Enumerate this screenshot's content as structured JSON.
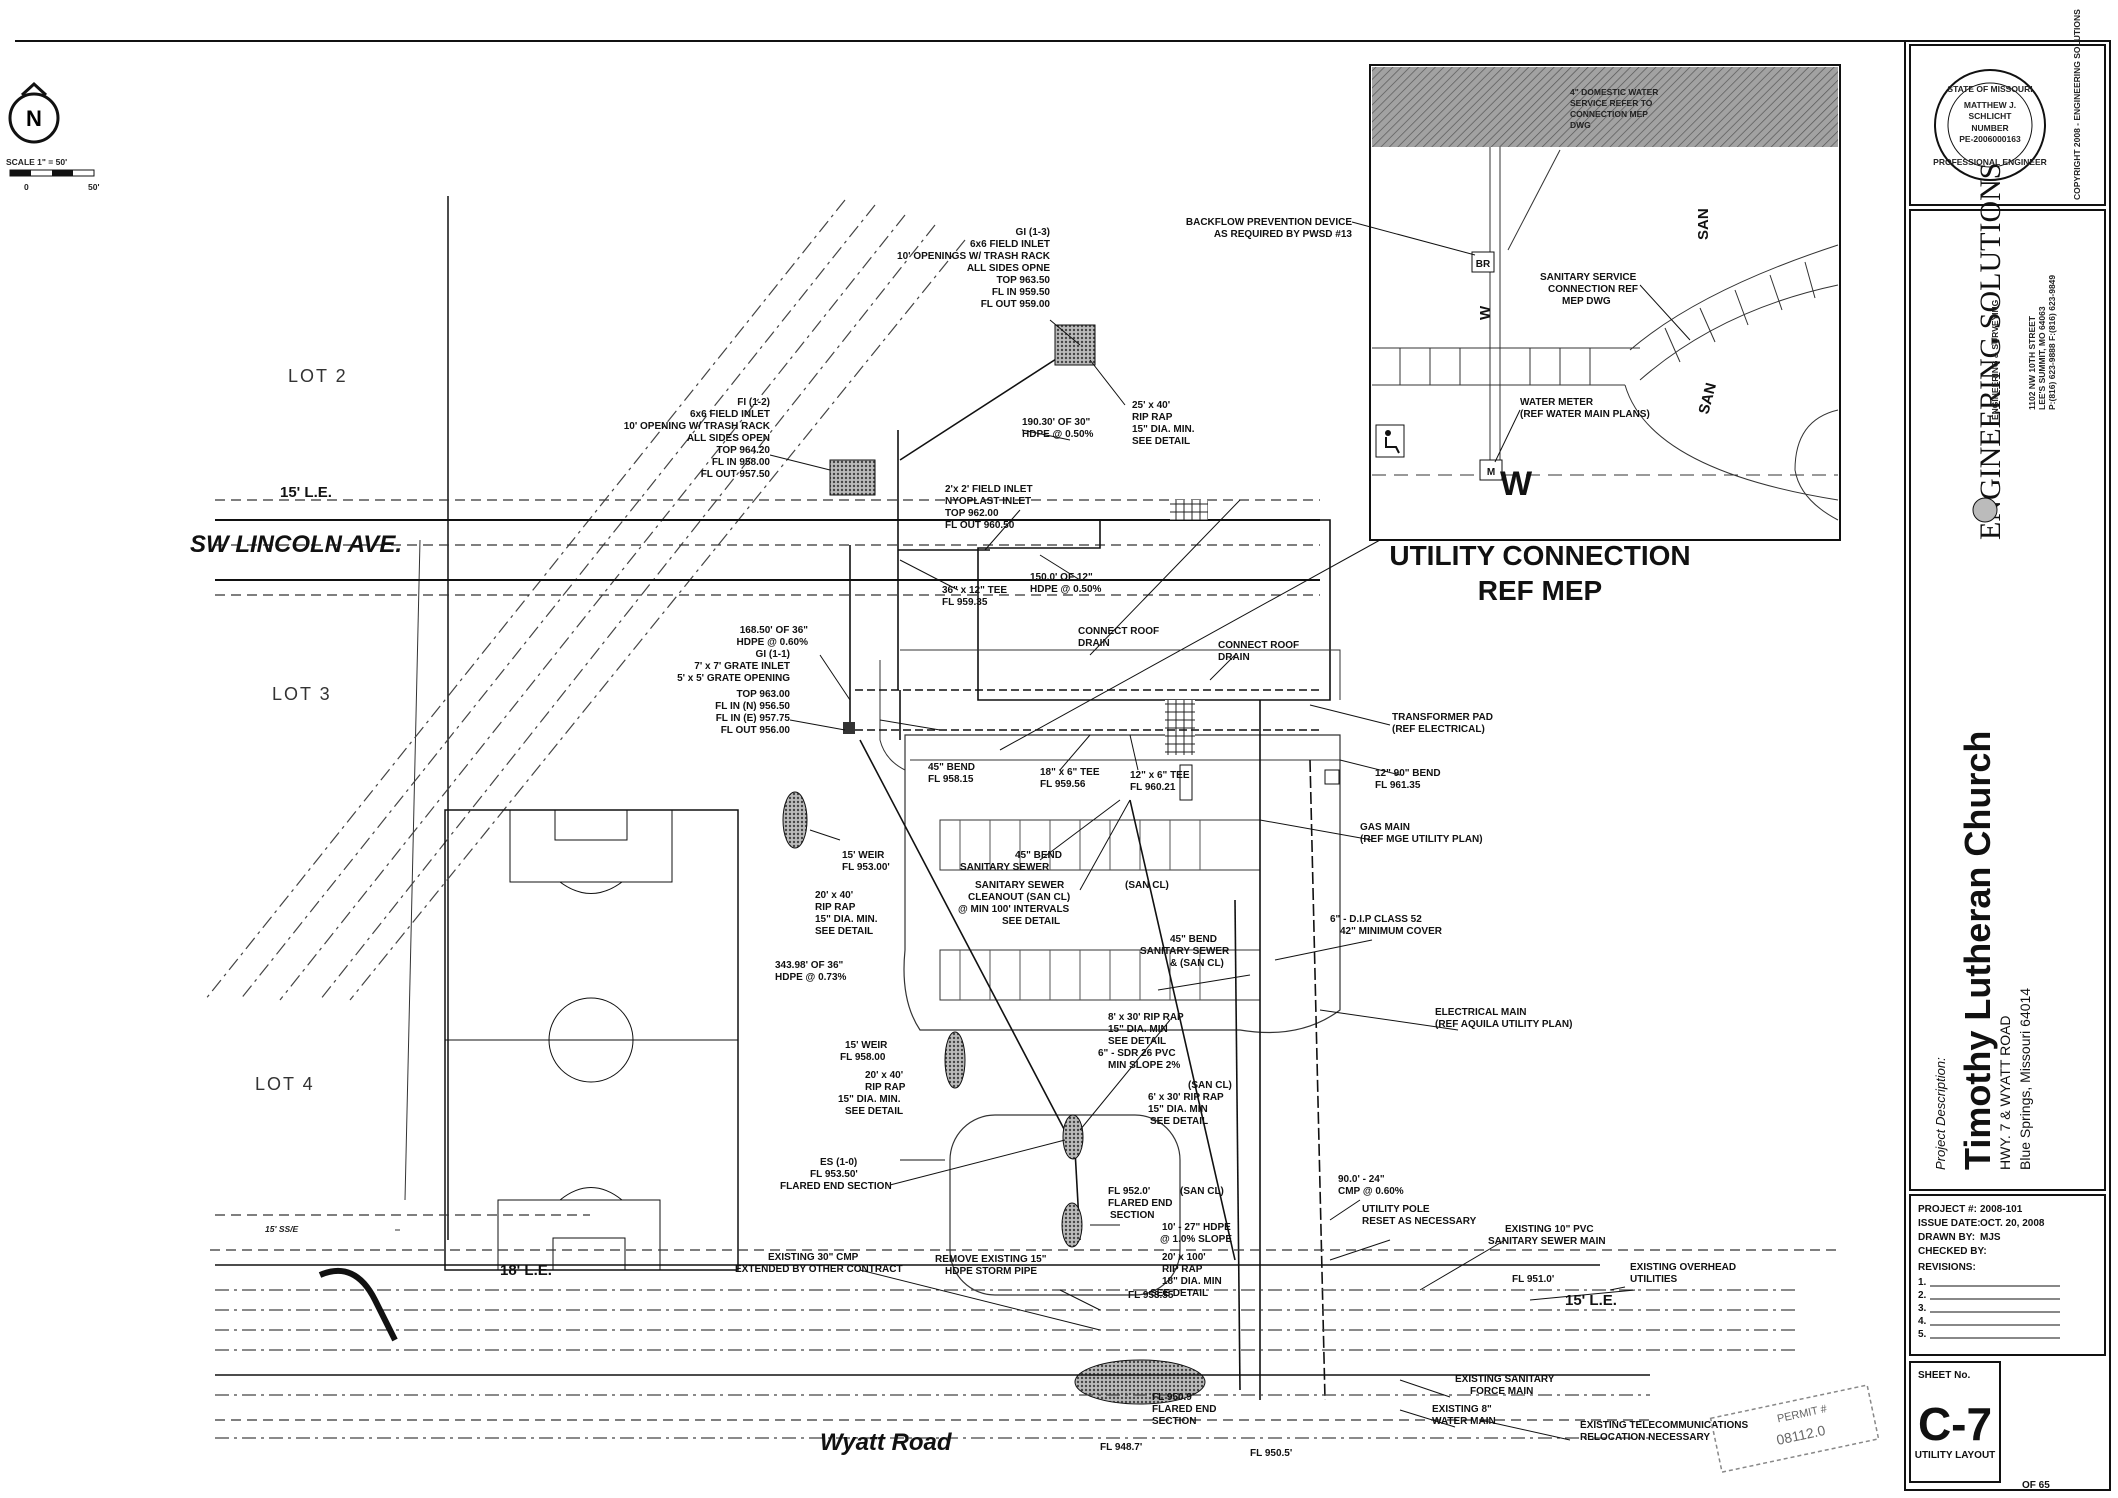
{
  "north_arrow": {
    "symbol": "N",
    "scale_text": "SCALE 1\" = 50'",
    "scale_start": "0",
    "scale_end": "50'"
  },
  "lots": {
    "lot2": "LOT 2",
    "lot3": "LOT 3",
    "lot4": "LOT 4"
  },
  "roads": {
    "lincoln": "SW LINCOLN AVE.",
    "wyatt": "Wyatt Road"
  },
  "easements": {
    "le_top": "15' L.E.",
    "le_bottom_left": "18' L.E.",
    "le_bottom_right": "15' L.E.",
    "ss_e": "15' SS/E"
  },
  "callouts": {
    "gi_1_3": [
      "GI (1-3)",
      "6x6 FIELD INLET",
      "10' OPENINGS W/ TRASH RACK",
      "ALL SIDES OPNE",
      "TOP 963.50",
      "FL IN 959.50",
      "FL OUT 959.00"
    ],
    "fi_1_2": [
      "FI (1-2)",
      "6x6 FIELD INLET",
      "10' OPENING W/ TRASH RACK",
      "ALL SIDES OPEN",
      "TOP 964.20",
      "FL IN 958.00",
      "FL OUT 957.50"
    ],
    "riprap_25x40": [
      "25' x 40'",
      "RIP RAP",
      "15\" DIA. MIN.",
      "SEE DETAIL"
    ],
    "hdpe_190": [
      "190.30' OF 30\"",
      "HDPE @ 0.50%"
    ],
    "field_inlet_2x2": [
      "2'x 2' FIELD INLET",
      "NYOPLAST INLET",
      "TOP 962.00",
      "FL OUT 960.50"
    ],
    "hdpe_150": [
      "150.0' OF 12\"",
      "HDPE @ 0.50%"
    ],
    "tee_36x12": [
      "36\" x 12\" TEE",
      "FL 959.35"
    ],
    "hdpe_168": [
      "168.50' OF 36\"",
      "HDPE @ 0.60%"
    ],
    "gi_1_1": [
      "GI (1-1)",
      "7' x 7' GRATE INLET",
      "5' x 5' GRATE OPENING",
      "TOP 963.00",
      "FL IN (N) 956.50",
      "FL IN (E) 957.75",
      "FL OUT 956.00"
    ],
    "bend_45_storm": [
      "45\" BEND",
      "FL 958.15"
    ],
    "tee_18x6": [
      "18\" x 6\" TEE",
      "FL 959.56"
    ],
    "tee_12x6": [
      "12\" x 6\" TEE",
      "FL 960.21"
    ],
    "connect_roof_1": [
      "CONNECT ROOF",
      "DRAIN"
    ],
    "connect_roof_2": [
      "CONNECT ROOF",
      "DRAIN"
    ],
    "transformer": [
      "TRANSFORMER PAD",
      "(REF ELECTRICAL)"
    ],
    "bend_12_90": [
      "12\" 90\" BEND",
      "FL 961.35"
    ],
    "weir_1": [
      "15' WEIR",
      "FL 953.00'"
    ],
    "riprap_20x40_a": [
      "20' x 40'",
      "RIP RAP",
      "15\" DIA. MIN.",
      "SEE DETAIL"
    ],
    "bend_45_san": [
      "45\" BEND",
      "SANITARY SEWER"
    ],
    "cleanout": [
      "SANITARY SEWER",
      "CLEANOUT (SAN CL)",
      "@ MIN 100' INTERVALS",
      "SEE DETAIL"
    ],
    "san_cl_1": [
      "(SAN CL)"
    ],
    "gas_main": [
      "GAS MAIN",
      "(REF MGE UTILITY PLAN)"
    ],
    "dip": [
      "6\" - D.I.P CLASS 52",
      "42\" MINIMUM COVER"
    ],
    "bend_45_san_2": [
      "45\" BEND",
      "SANITARY SEWER",
      "& (SAN CL)"
    ],
    "hdpe_343": [
      "343.98' OF 36\"",
      "HDPE @ 0.73%"
    ],
    "electrical_main": [
      "ELECTRICAL MAIN",
      "(REF AQUILA UTILITY PLAN)"
    ],
    "riprap_8x30": [
      "8' x 30' RIP RAP",
      "15\" DIA. MIN",
      "SEE DETAIL",
      "6\" - SDR 26 PVC",
      "MIN SLOPE 2%"
    ],
    "weir_2": [
      "15' WEIR",
      "FL 958.00"
    ],
    "riprap_20x40_b": [
      "20' x 40'",
      "RIP RAP",
      "15\" DIA. MIN.",
      "SEE DETAIL"
    ],
    "san_cl_2": [
      "(SAN CL)"
    ],
    "riprap_6x30": [
      "6' x 30' RIP RAP",
      "15\" DIA. MIN",
      "SEE DETAIL"
    ],
    "es_1_0": [
      "ES (1-0)",
      "FL 953.50'",
      "FLARED END SECTION"
    ],
    "fl_952": [
      "FL 952.0'",
      "FLARED END",
      "SECTION"
    ],
    "san_cl_3": [
      "(SAN CL)"
    ],
    "cmp_90": [
      "90.0' - 24\"",
      "CMP @ 0.60%"
    ],
    "utility_pole": [
      "UTILITY POLE",
      "RESET AS NECESSARY"
    ],
    "hdpe_10_27": [
      "10' - 27\" HDPE",
      "@ 1.0% SLOPE"
    ],
    "riprap_20x100": [
      "20' x 100'",
      "RIP RAP",
      "18\" DIA. MIN",
      "SEE DETAIL"
    ],
    "ex_10_pvc": [
      "EXISTING 10\" PVC",
      "SANITARY SEWER MAIN"
    ],
    "ex_30_cmp": [
      "EXISTING 30\" CMP",
      "EXTENDED BY OTHER CONTRACT"
    ],
    "remove_15": [
      "REMOVE EXISTING 15\"",
      "HDPE STORM PIPE"
    ],
    "fl_951": [
      "FL 951.0'"
    ],
    "ex_overhead": [
      "EXISTING OVERHEAD",
      "UTILITIES"
    ],
    "ex_san_force": [
      "EXISTING SANITARY",
      "FORCE MAIN"
    ],
    "ex_water": [
      "EXISTING 8\"",
      "WATER MAIN"
    ],
    "ex_telecom": [
      "EXISTING TELECOMMUNICATIONS",
      "RELOCATION NECESSARY"
    ],
    "fl_950_9": [
      "FL 950.9'",
      "FLARED END",
      "SECTION"
    ],
    "fl_948_7": [
      "FL 948.7'"
    ],
    "fl_950_5": [
      "FL 950.5'"
    ],
    "fl_953_5": [
      "FL 953.55"
    ]
  },
  "inset": {
    "title": [
      "UTILITY CONNECTION",
      "REF MEP"
    ],
    "backflow": [
      "BACKFLOW PREVENTION DEVICE",
      "AS REQUIRED BY PWSD #13"
    ],
    "sanitary_service": [
      "SANITARY SERVICE",
      "CONNECTION REF",
      "MEP DWG"
    ],
    "water_meter": [
      "WATER METER",
      "(REF WATER MAIN PLANS)"
    ],
    "domestic": [
      "4\" DOMESTIC WATER",
      "SERVICE REFER TO",
      "CONNECTION MEP",
      "DWG"
    ],
    "san_label_1": "SAN",
    "san_label_2": "SAN",
    "w_label": "W",
    "br": "BR",
    "m": "M"
  },
  "title_block": {
    "firm_name": "ENGINEERING SOLUTIONS",
    "firm_tag": "ENGINEERING & SURVEYING",
    "firm_address": [
      "1102 NW 10TH STREET",
      "LEE'S SUMMIT, MO 64063",
      "P:(816) 623-9888 F:(816) 623-9849"
    ],
    "project_label": "Project Description:",
    "project_name": "Timothy Lutheran Church",
    "project_addr1": "HWY. 7 & WYATT ROAD",
    "project_addr2": "Blue Springs, Missouri 64014",
    "project_no_label": "PROJECT #:",
    "project_no": "2008-101",
    "issue_label": "ISSUE DATE:",
    "issue_date": "OCT. 20, 2008",
    "drawn_label": "DRAWN BY:",
    "drawn_by": "MJS",
    "checked_label": "CHECKED BY:",
    "revisions_label": "REVISIONS:",
    "rev_numbers": [
      "1.",
      "2.",
      "3.",
      "4.",
      "5."
    ],
    "sheet_label": "SHEET No.",
    "sheet_no": "C-7",
    "sheet_title": "UTILITY LAYOUT",
    "sheet_of": "OF 65",
    "copyright": "COPYRIGHT 2008 - ENGINEERING SOLUTIONS",
    "seal_text": [
      "STATE OF MISSOURI",
      "MATTHEW J.",
      "SCHLICHT",
      "NUMBER",
      "PE-2006000163",
      "PROFESSIONAL ENGINEER"
    ]
  },
  "stamp": {
    "permit": "PERMIT #",
    "number": "08112.0"
  }
}
